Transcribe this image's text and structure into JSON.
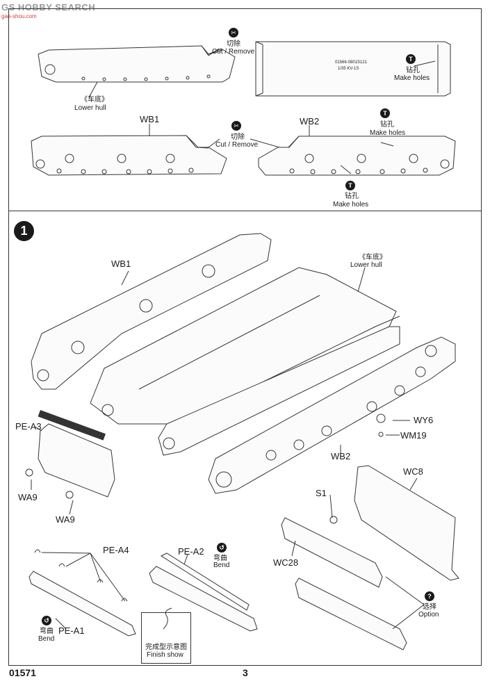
{
  "watermark": {
    "brand": "GS",
    "brand_rest": "HOBBY SEARCH",
    "sub": "gao-shou.com"
  },
  "top_panel": {
    "cut_remove_cn": "切除",
    "cut_remove_en": "Cut / Remove",
    "lower_hull_cn": "《车底》",
    "lower_hull_en": "Lower hull",
    "make_holes_cn": "钻孔",
    "make_holes_en": "Make holes",
    "sprue_code_1": "01566-0801S121",
    "sprue_code_2": "1/35  KV-1S",
    "part_wb1": "WB1",
    "part_wb2": "WB2"
  },
  "step": {
    "number": "1",
    "parts": {
      "wb1": "WB1",
      "wb2": "WB2",
      "lower_hull_cn": "《车底》",
      "lower_hull_en": "Lower hull",
      "pe_a3": "PE-A3",
      "wa9_a": "WA9",
      "wa9_b": "WA9",
      "wy6": "WY6",
      "wm19": "WM19",
      "wc8": "WC8",
      "s1": "S1",
      "wc28": "WC28",
      "pe_a4": "PE-A4",
      "pe_a2": "PE-A2",
      "pe_a1": "PE-A1"
    },
    "bend_cn": "弯曲",
    "bend_en": "Bend",
    "option_cn": "选择",
    "option_en": "Option",
    "option_icon": "?",
    "finish_cn": "完成型示意图",
    "finish_en": "Finish show"
  },
  "footer": {
    "kit_number": "01571",
    "page_number": "3"
  },
  "icons": {
    "cut": "cut-icon",
    "drill": "drill-icon",
    "bend": "bend-icon",
    "option": "question-icon"
  }
}
